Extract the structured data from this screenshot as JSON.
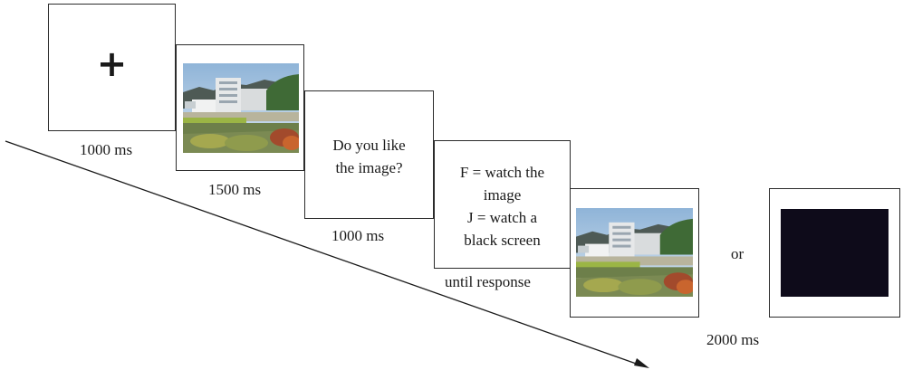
{
  "fixation": {
    "symbol": "+",
    "duration": "1000 ms"
  },
  "image_display": {
    "duration": "1500 ms"
  },
  "question": {
    "text": "Do you like the image?",
    "line1": "Do you like",
    "line2": "the image?",
    "duration": "1000 ms"
  },
  "response_prompt": {
    "line1": "F = watch the",
    "line2": "image",
    "line3": "J = watch a",
    "line4": "black screen",
    "duration": "until response"
  },
  "outcome": {
    "connector": "or",
    "duration": "2000 ms"
  },
  "colors": {
    "frame_border": "#2b2b2b",
    "black_screen": "#0e0b1a",
    "arrow": "#1a1a1a"
  }
}
